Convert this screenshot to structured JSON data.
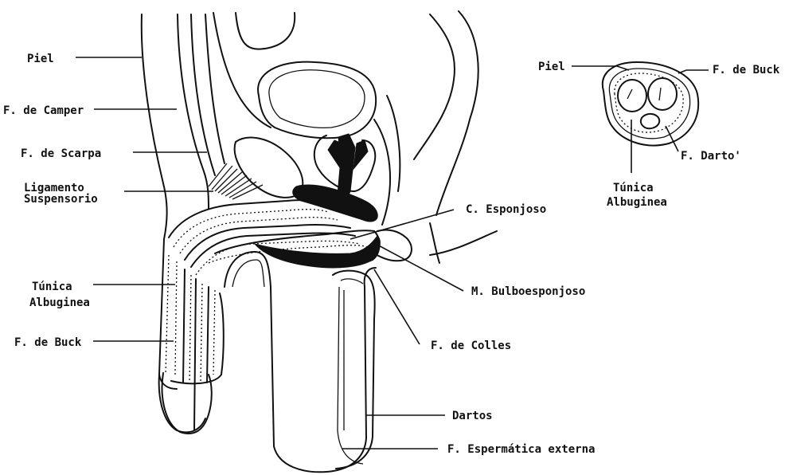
{
  "sagittal": {
    "labels": {
      "piel": "Piel",
      "camper": "F. de Camper",
      "scarpa": "F. de Scarpa",
      "ligamento_1": "Ligamento",
      "ligamento_2": "Suspensorio",
      "tunica_1": "Túnica",
      "tunica_2": "Albuginea",
      "buck": "F. de Buck",
      "esponjoso": "C. Esponjoso",
      "bulbo": "M. Bulboesponjoso",
      "colles": "F. de Colles",
      "dartos": "Dartos",
      "espermatica": "F. Espermática externa"
    }
  },
  "cross_section": {
    "labels": {
      "piel": "Piel",
      "buck": "F. de Buck",
      "dartos": "F. Darto'",
      "tunica_1": "Túnica",
      "tunica_2": "Albuginea"
    }
  }
}
